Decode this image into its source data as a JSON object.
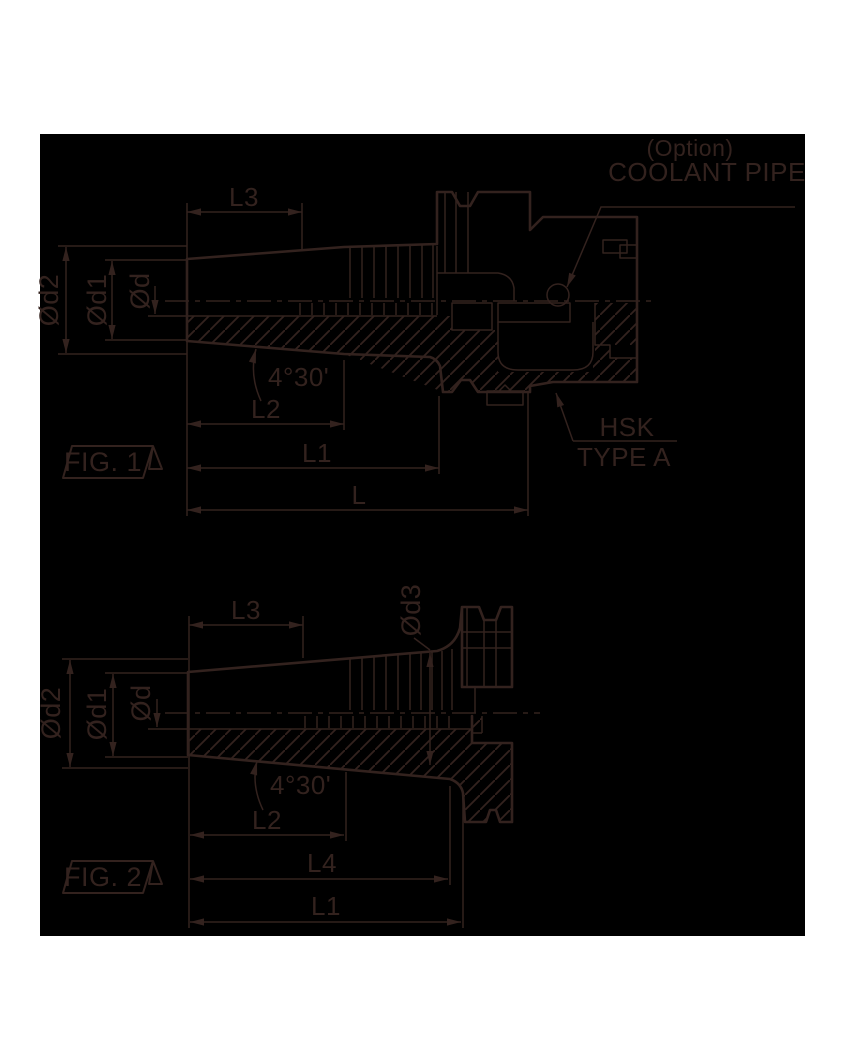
{
  "colors": {
    "canvas": "#000000",
    "page_margin": "#ffffff",
    "line": "#33221e"
  },
  "fig1": {
    "caption": "FIG. 1",
    "dims": {
      "l3": "L3",
      "l2": "L2",
      "l1": "L1",
      "l": "L",
      "angle": "4°30'",
      "d2": "Ød2",
      "d1": "Ød1",
      "d": "Ød"
    },
    "annotations": {
      "option": "(Option)",
      "coolant_pipe": "COOLANT PIPE",
      "hsk_line1": "HSK",
      "hsk_line2": "TYPE A"
    }
  },
  "fig2": {
    "caption": "FIG. 2",
    "dims": {
      "l3": "L3",
      "l2": "L2",
      "l4": "L4",
      "l1": "L1",
      "angle": "4°30'",
      "d2": "Ød2",
      "d1": "Ød1",
      "d": "Ød",
      "d3": "Ød3"
    }
  }
}
